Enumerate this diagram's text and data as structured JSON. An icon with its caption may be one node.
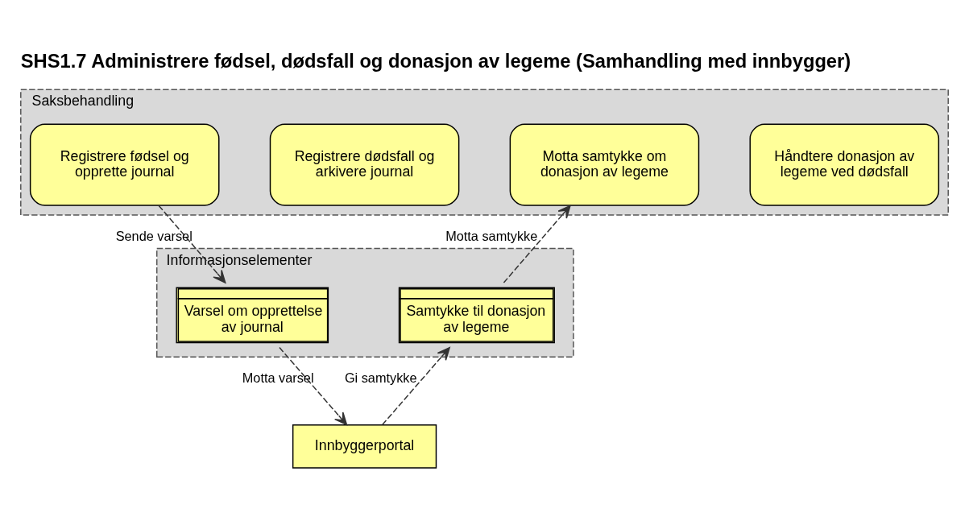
{
  "diagram": {
    "title": "SHS1.7 Administrere fødsel, dødsfall og donasjon av legeme (Samhandling med innbygger)",
    "nodes": [
      {
        "text": [
          "Saksbehandling"
        ]
      },
      {
        "text": [
          "Registrere fødsel og opprette journal"
        ],
        "in": 0
      },
      {
        "text": [
          "Registrere dødsfall og arkivere journal"
        ],
        "in": 0
      },
      {
        "text": [
          "Motta samtykke om donasjon av legeme"
        ],
        "in": 0
      },
      {
        "text": [
          "Håndtere donasjon av legeme ved dødsfall"
        ],
        "in": 0
      },
      {
        "text": [
          "Informasjonselementer"
        ]
      },
      {
        "text": [
          "Varsel om opprettelse av journal"
        ],
        "in": 5
      },
      {
        "text": [
          "Samtykke til donasjon av legeme"
        ],
        "in": 5
      },
      {
        "text": [
          "Innbyggerportal"
        ]
      }
    ],
    "edges": [
      {
        "from": 1,
        "to": 6,
        "arrow": "to",
        "label": "Sende varsel",
        "style": "dashed"
      },
      {
        "from": 6,
        "to": 8,
        "arrow": "to",
        "label": "Motta varsel",
        "style": "dashed"
      },
      {
        "from": 8,
        "to": 7,
        "arrow": "to",
        "label": "Gi samtykke",
        "style": "dashed"
      },
      {
        "from": 7,
        "to": 3,
        "arrow": "to",
        "label": "Motta samtykke",
        "style": "dashed"
      }
    ]
  }
}
